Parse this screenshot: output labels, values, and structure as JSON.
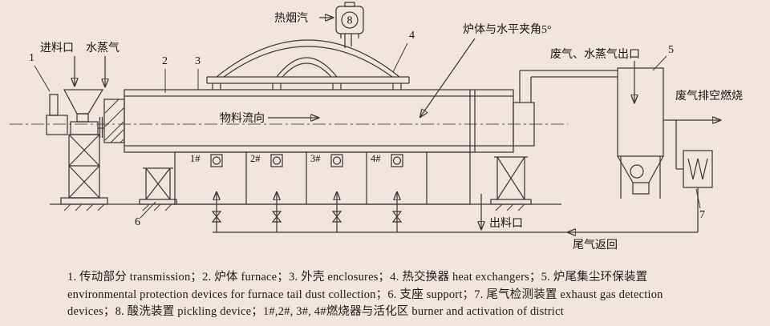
{
  "colors": {
    "bg": "#f2e4de",
    "line": "#3a3a3a",
    "text": "#161616"
  },
  "diagram": {
    "hot_flue_gas": "热烟汽",
    "vessel_number": "8",
    "feed_inlet": "进料口",
    "steam": "水蒸气",
    "furnace_angle": "炉体与水平夹角5°",
    "waste_gas_steam_outlet": "废气、水蒸气出口",
    "waste_gas_vent_burn": "废气排空燃烧",
    "material_flow": "物料流向",
    "discharge_outlet": "出料口",
    "tail_gas_return": "尾气返回",
    "num_1": "1",
    "num_2": "2",
    "num_3": "3",
    "num_4": "4",
    "num_5": "5",
    "num_6": "6",
    "num_7": "7",
    "burner_1": "1#",
    "burner_2": "2#",
    "burner_3": "3#",
    "burner_4": "4#"
  },
  "caption": {
    "line_1": "1. 传动部分 transmission；2. 炉体 furnace；3. 外壳 enclosures；4. 热交换器 heat exchangers；5. 炉尾集尘环保装置",
    "line_2": "environmental protection devices for furnace tail dust collection；6. 支座 support；7. 尾气检测装置 exhaust gas detection",
    "line_3": "devices；8. 酸洗装置 pickling device；1#,2#, 3#, 4#燃烧器与活化区 burner and activation of district"
  }
}
